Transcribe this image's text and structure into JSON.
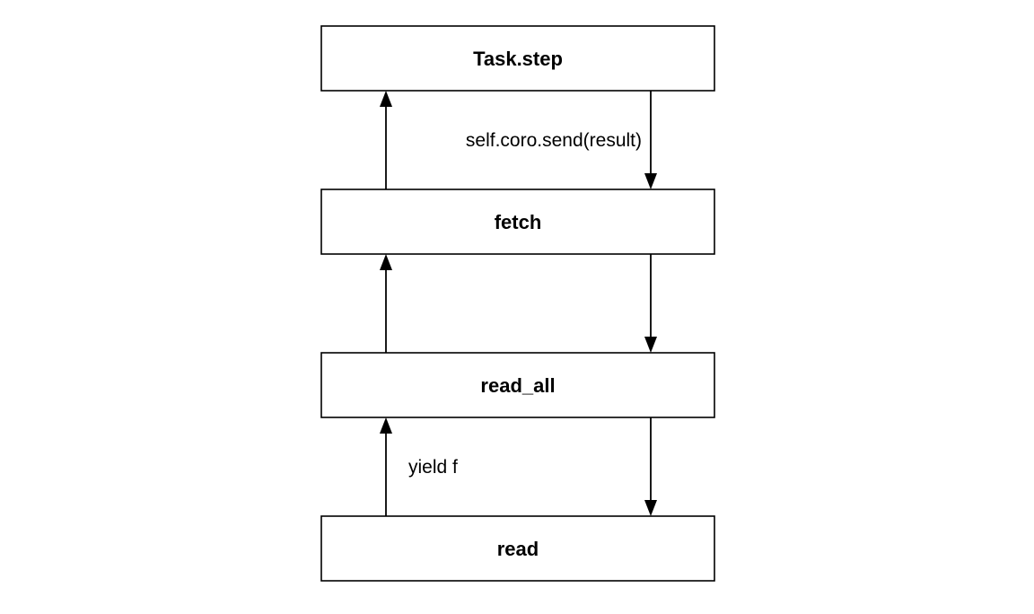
{
  "diagram": {
    "nodes": [
      {
        "id": "task-step",
        "label": "Task.step"
      },
      {
        "id": "fetch",
        "label": "fetch"
      },
      {
        "id": "read-all",
        "label": "read_all"
      },
      {
        "id": "read",
        "label": "read"
      }
    ],
    "edges": [
      {
        "id": "send-task-to-fetch",
        "from": "task-step",
        "to": "fetch",
        "direction": "down",
        "label": "self.coro.send(result)"
      },
      {
        "id": "yield-fetch-to-task",
        "from": "fetch",
        "to": "task-step",
        "direction": "up",
        "label": ""
      },
      {
        "id": "send-fetch-to-readall",
        "from": "fetch",
        "to": "read-all",
        "direction": "down",
        "label": ""
      },
      {
        "id": "yield-readall-to-fetch",
        "from": "read-all",
        "to": "fetch",
        "direction": "up",
        "label": ""
      },
      {
        "id": "send-readall-to-read",
        "from": "read-all",
        "to": "read",
        "direction": "down",
        "label": ""
      },
      {
        "id": "yield-read-to-readall",
        "from": "read",
        "to": "read-all",
        "direction": "up",
        "label": "yield f"
      }
    ]
  }
}
